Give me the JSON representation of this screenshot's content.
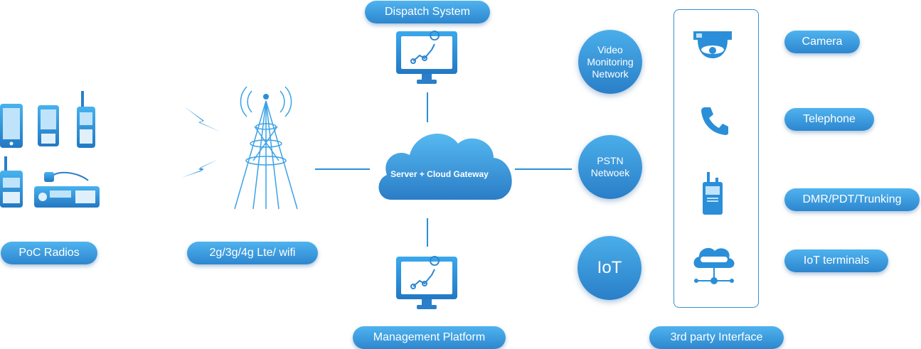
{
  "labels": {
    "dispatch_system": "Dispatch System",
    "management_platform": "Management Platform",
    "poc_radios": "PoC Radios",
    "network": "2g/3g/4g Lte/ wifi",
    "third_party_interface": "3rd party Interface",
    "camera": "Camera",
    "telephone": "Telephone",
    "dmr": "DMR/PDT/Trunking",
    "iot_terminals": "IoT terminals"
  },
  "cloud": {
    "label": "Server + Cloud Gateway"
  },
  "circles": {
    "video_line1": "Video",
    "video_line2": "Monitoring",
    "video_line3": "Network",
    "pstn_line1": "PSTN",
    "pstn_line2": "Netwoek",
    "iot": "IoT"
  },
  "colors": {
    "accent": "#2d86cf",
    "accent_light": "#4fb3ee",
    "line": "#2a8fd8"
  }
}
